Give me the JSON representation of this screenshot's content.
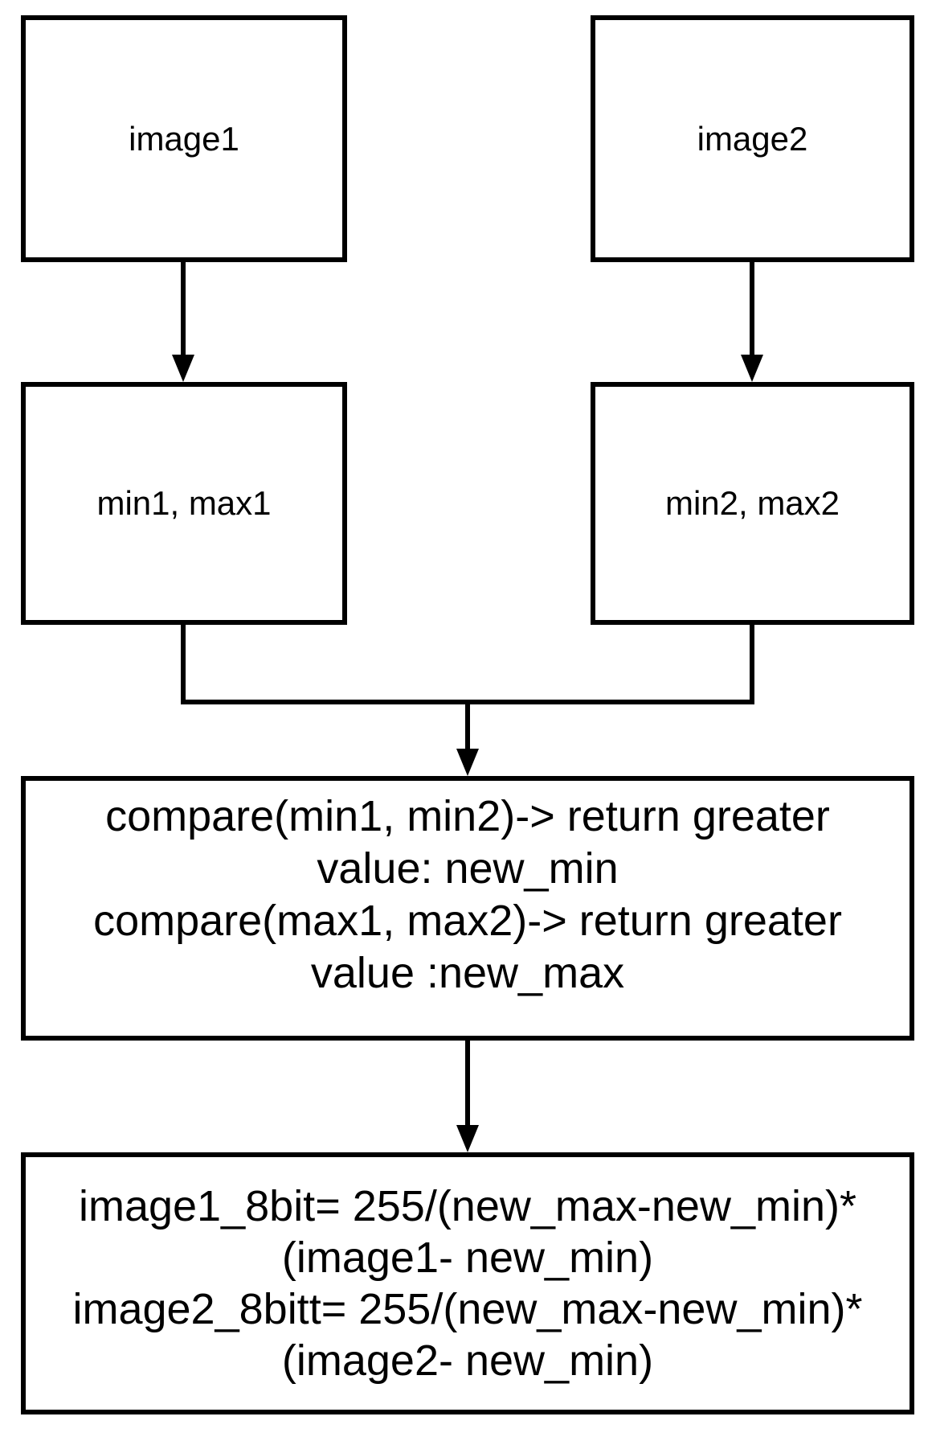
{
  "colors": {
    "background": "#ffffff",
    "line": "#000000",
    "text": "#000000"
  },
  "nodes": {
    "image1": {
      "label": "image1"
    },
    "image2": {
      "label": "image2"
    },
    "minmax1": {
      "label": "min1, max1"
    },
    "minmax2": {
      "label": "min2, max2"
    },
    "compare": {
      "lines": [
        "compare(min1, min2)-> return greater",
        "value: new_min",
        "compare(max1, max2)-> return greater",
        "value :new_max"
      ]
    },
    "normalize": {
      "lines": [
        "image1_8bit= 255/(new_max-new_min)*",
        "(image1- new_min)",
        "image2_8bitt= 255/(new_max-new_min)*",
        "(image2- new_min)"
      ]
    }
  }
}
